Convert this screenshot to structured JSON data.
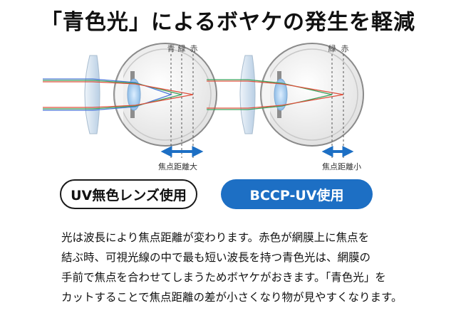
{
  "title": "「青色光」によるボヤケの発生を軽減",
  "left_diagram": {
    "line_labels": [
      "青",
      "緑",
      "赤"
    ],
    "distance_label": "焦点距離大"
  },
  "right_diagram": {
    "line_labels": [
      "緑",
      "赤"
    ],
    "distance_label": "焦点距離小"
  },
  "buttons": {
    "uv_label": "UV無色レンズ使用",
    "bccp_label": "BCCP-UV使用"
  },
  "description": [
    "光は波長により焦点距離が変わります。赤色が網膜上に焦点を",
    "結ぶ時、可視光線の中で最も短い波長を持つ青色光は、網膜の",
    "手前で焦点を合わせてしまうためボヤケがおきます。「青色光」を",
    "カットすることで焦点距離の差が小さくなり物が見やすくなります。"
  ],
  "colors": {
    "blue_ray": "#4a78d8",
    "green_ray": "#3aa05a",
    "red_ray": "#e0503c",
    "accent_arrow": "#1d6fc4",
    "pill_blue": "#1d6fc4"
  }
}
